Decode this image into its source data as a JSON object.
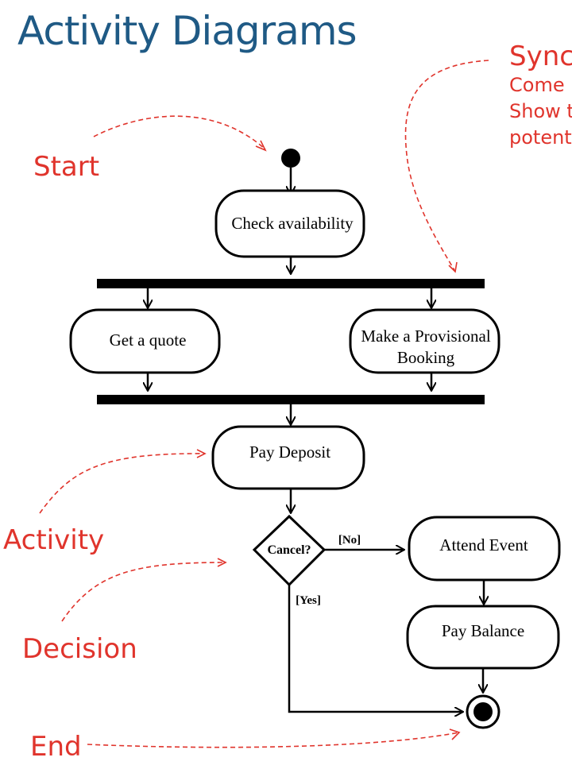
{
  "title": "Activity Diagrams",
  "annotations": {
    "start": "Start",
    "sync": "Sync",
    "sync_line1": "Come i",
    "sync_line2": "Show t",
    "sync_line3": "potent",
    "activity": "Activity",
    "decision": "Decision",
    "end": "End"
  },
  "nodes": {
    "check_availability": "Check availability",
    "get_quote": "Get a quote",
    "provisional_line1": "Make a Provisional",
    "provisional_line2": "Booking",
    "pay_deposit": "Pay Deposit",
    "cancel": "Cancel?",
    "attend_event": "Attend Event",
    "pay_balance": "Pay Balance"
  },
  "guards": {
    "no": "[No]",
    "yes": "[Yes]"
  },
  "colors": {
    "title": "#1f5a85",
    "annotation": "#e0342c",
    "line": "#000000"
  }
}
